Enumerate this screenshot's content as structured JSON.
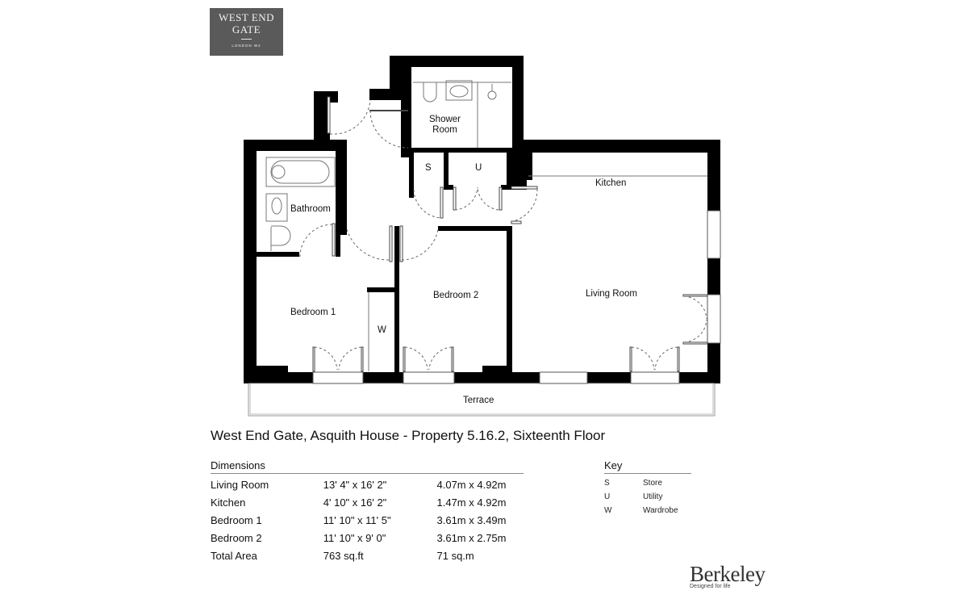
{
  "logo": {
    "line1": "WEST END",
    "line2": "GATE",
    "line3": "LONDON W2",
    "background": "#5a5a5a"
  },
  "floorplan": {
    "rooms": [
      {
        "id": "shower_room",
        "label_line1": "Shower",
        "label_line2": "Room"
      },
      {
        "id": "bathroom",
        "label": "Bathroom"
      },
      {
        "id": "store",
        "label": "S"
      },
      {
        "id": "utility",
        "label": "U"
      },
      {
        "id": "kitchen",
        "label": "Kitchen"
      },
      {
        "id": "living_room",
        "label": "Living Room"
      },
      {
        "id": "bedroom_1",
        "label": "Bedroom 1"
      },
      {
        "id": "bedroom_2",
        "label": "Bedroom 2"
      },
      {
        "id": "wardrobe",
        "label": "W"
      },
      {
        "id": "terrace",
        "label": "Terrace"
      }
    ],
    "wall_color": "#000000"
  },
  "title": "West End Gate, Asquith House - Property 5.16.2, Sixteenth Floor",
  "dimensions": {
    "heading": "Dimensions",
    "rows": [
      {
        "room": "Living Room",
        "imperial": "13' 4\" x 16' 2\"",
        "metric": "4.07m x 4.92m"
      },
      {
        "room": "Kitchen",
        "imperial": "4' 10\" x 16' 2\"",
        "metric": "1.47m x 4.92m"
      },
      {
        "room": "Bedroom 1",
        "imperial": "11' 10\" x 11' 5\"",
        "metric": "3.61m x 3.49m"
      },
      {
        "room": "Bedroom 2",
        "imperial": "11' 10\" x 9' 0\"",
        "metric": "3.61m x 2.75m"
      },
      {
        "room": "Total Area",
        "imperial": "763 sq.ft",
        "metric": "71 sq.m"
      }
    ]
  },
  "key": {
    "heading": "Key",
    "items": [
      {
        "code": "S",
        "meaning": "Store"
      },
      {
        "code": "U",
        "meaning": "Utility"
      },
      {
        "code": "W",
        "meaning": "Wardrobe"
      }
    ]
  },
  "brand": {
    "name": "Berkeley",
    "tagline": "Designed for life"
  }
}
